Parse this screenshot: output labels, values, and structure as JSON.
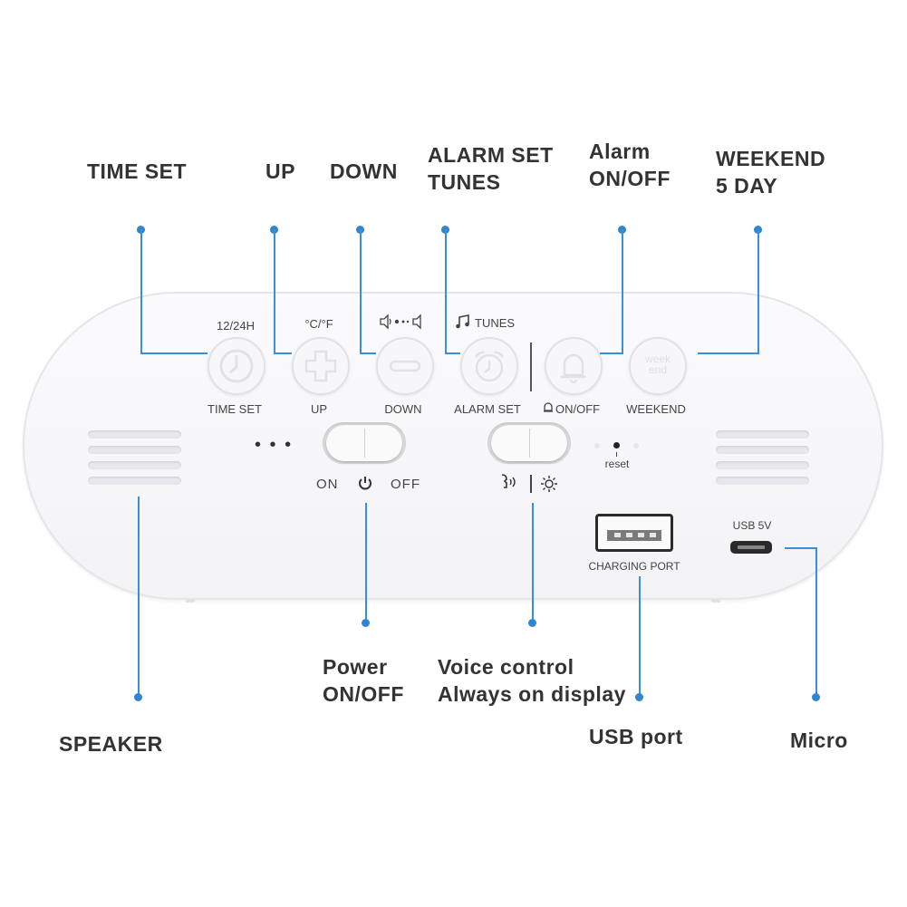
{
  "callouts": {
    "time_set": "TIME SET",
    "up": "UP",
    "down": "DOWN",
    "alarm_set_1": "ALARM SET",
    "alarm_set_2": "TUNES",
    "alarm_onoff_1": "Alarm",
    "alarm_onoff_2": "ON/OFF",
    "weekend_1": "WEEKEND",
    "weekend_2": "5 DAY",
    "power_1": "Power",
    "power_2": "ON/OFF",
    "voice_1": "Voice control",
    "voice_2": "Always on display",
    "speaker": "SPEAKER",
    "usb": "USB port",
    "micro": "Micro"
  },
  "device": {
    "top_labels": {
      "b1": "12/24H",
      "b2": "°C/°F",
      "b4": "TUNES"
    },
    "button_labels": {
      "b1": "TIME SET",
      "b2": "UP",
      "b3": "DOWN",
      "b4": "ALARM SET",
      "b5": "ON/OFF",
      "b6": "WEEKEND"
    },
    "weekend_icon_line1": "week",
    "weekend_icon_line2": "end",
    "dots": "• • •",
    "power_on": "ON",
    "power_off": "OFF",
    "reset": "reset",
    "usb5v": "USB 5V",
    "charging_port": "CHARGING PORT"
  },
  "colors": {
    "accent": "#3b8fd6",
    "text": "#333333"
  }
}
